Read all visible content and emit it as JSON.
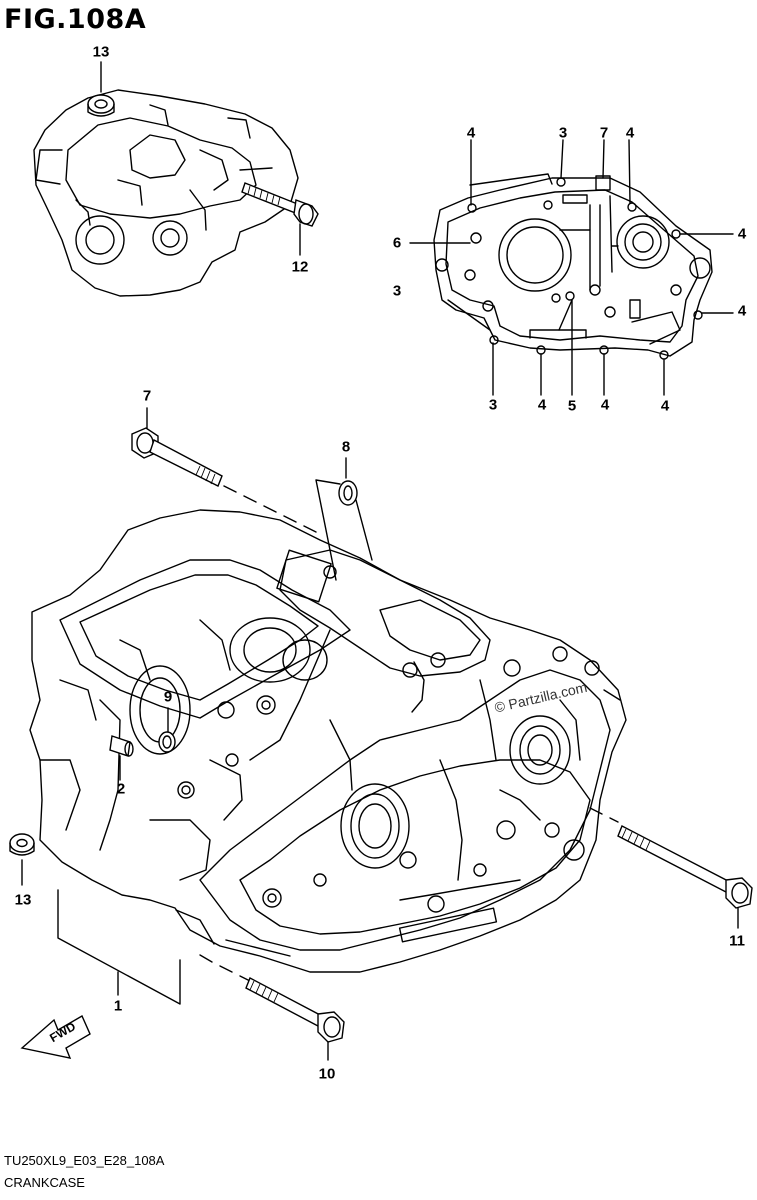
{
  "figure": {
    "title": "FIG.108A",
    "code": "TU250XL9_E03_E28_108A",
    "name": "CRANKCASE"
  },
  "watermark": "© Partzilla.com",
  "fwd_label": "FWD",
  "callouts": [
    {
      "id": "13-top",
      "label": "13"
    },
    {
      "id": "12",
      "label": "12"
    },
    {
      "id": "4-a",
      "label": "4"
    },
    {
      "id": "3-a",
      "label": "3"
    },
    {
      "id": "7-inset",
      "label": "7"
    },
    {
      "id": "4-b",
      "label": "4"
    },
    {
      "id": "6",
      "label": "6"
    },
    {
      "id": "4-c",
      "label": "4"
    },
    {
      "id": "3-b",
      "label": "3"
    },
    {
      "id": "4-d",
      "label": "4"
    },
    {
      "id": "3-c",
      "label": "3"
    },
    {
      "id": "4-e",
      "label": "4"
    },
    {
      "id": "5",
      "label": "5"
    },
    {
      "id": "4-f",
      "label": "4"
    },
    {
      "id": "4-g",
      "label": "4"
    },
    {
      "id": "7-main",
      "label": "7"
    },
    {
      "id": "8",
      "label": "8"
    },
    {
      "id": "9",
      "label": "9"
    },
    {
      "id": "2",
      "label": "2"
    },
    {
      "id": "13-bottom",
      "label": "13"
    },
    {
      "id": "1",
      "label": "1"
    },
    {
      "id": "11",
      "label": "11"
    },
    {
      "id": "10",
      "label": "10"
    }
  ]
}
